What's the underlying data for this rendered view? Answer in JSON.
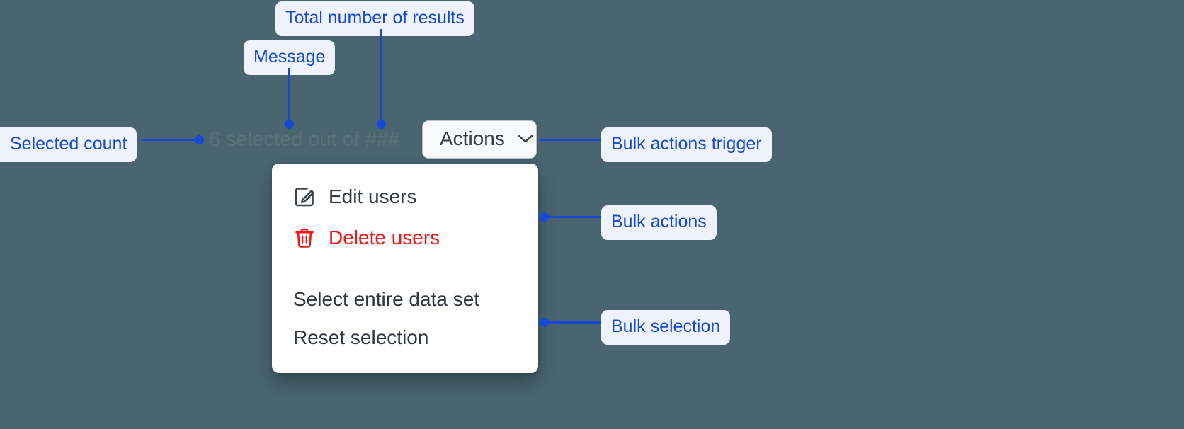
{
  "canvas": {
    "background_color": "#4a6570",
    "accent_color": "#1749d6",
    "chip_background_color": "#eef3fd"
  },
  "annotations": [
    {
      "id": "total-number-of-results",
      "label": "Total number of results"
    },
    {
      "id": "message",
      "label": "Message"
    },
    {
      "id": "selected-count",
      "label": "Selected count"
    },
    {
      "id": "bulk-actions-trigger",
      "label": "Bulk actions trigger"
    },
    {
      "id": "bulk-actions",
      "label": "Bulk actions"
    },
    {
      "id": "bulk-selection",
      "label": "Bulk selection"
    }
  ],
  "annotation_labels": {
    "total_number_of_results": "Total number of results",
    "message": "Message",
    "selected_count": "Selected count",
    "bulk_actions_trigger": "Bulk actions trigger",
    "bulk_actions": "Bulk actions",
    "bulk_selection": "Bulk selection"
  },
  "selection_status": {
    "text": "6 selected out of ###",
    "selected_count": "6",
    "message_text": "selected out of",
    "total_results_placeholder": "###",
    "text_color": "#5d6f76"
  },
  "actions_trigger": {
    "label": "Actions",
    "icon": "chevron-down-icon",
    "expanded": true,
    "background_color": "#f8f9fa",
    "text_color": "#353c46"
  },
  "dropdown_menu": {
    "open": true,
    "background_color": "#ffffff",
    "groups": [
      {
        "id": "bulk-actions",
        "items": [
          {
            "id": "edit-users",
            "label": "Edit users",
            "icon": "edit-pencil-square-icon",
            "tone": "default",
            "color": "#313840"
          },
          {
            "id": "delete-users",
            "label": "Delete users",
            "icon": "trash-icon",
            "tone": "danger",
            "color": "#f01616"
          }
        ]
      },
      {
        "id": "bulk-selection",
        "items": [
          {
            "id": "select-entire-data-set",
            "label": "Select entire data set",
            "icon": null,
            "tone": "default",
            "color": "#313840"
          },
          {
            "id": "reset-selection",
            "label": "Reset selection",
            "icon": null,
            "tone": "default",
            "color": "#313840"
          }
        ]
      }
    ]
  }
}
